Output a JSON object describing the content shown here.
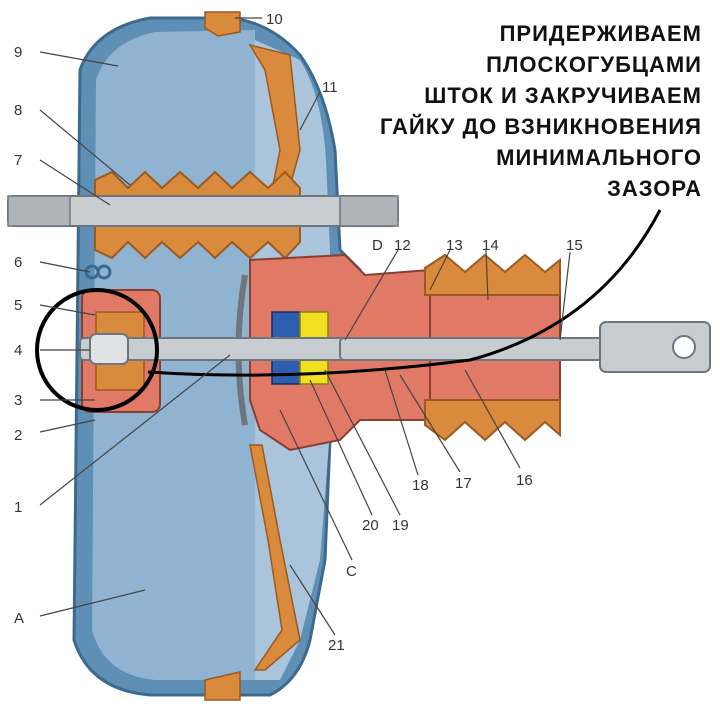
{
  "annotation": {
    "lines": [
      "ПРИДЕРЖИВАЕМ",
      "ПЛОСКОГУБЦАМИ",
      "ШТОК И ЗАКРУЧИВАЕМ",
      "ГАЙКУ ДО ВЗНИКНОВЕНИЯ",
      "МИНИМАЛЬНОГО",
      "ЗАЗОРА"
    ]
  },
  "labels": {
    "n1": "1",
    "n2": "2",
    "n3": "3",
    "n4": "4",
    "n5": "5",
    "n6": "6",
    "n7": "7",
    "n8": "8",
    "n9": "9",
    "n10": "10",
    "n11": "11",
    "n12": "12",
    "n13": "13",
    "n14": "14",
    "n15": "15",
    "n16": "16",
    "n17": "17",
    "n18": "18",
    "n19": "19",
    "n20": "20",
    "n21": "21",
    "A": "A",
    "C": "C",
    "D": "D"
  },
  "colors": {
    "housing": "#5f8fb4",
    "chamber": "#8fb3d1",
    "orange": "#d98a3d",
    "salmon": "#e07a66",
    "yellow": "#f0e020",
    "blue_part": "#2c5fb0",
    "steel": "#c8cdd2"
  }
}
